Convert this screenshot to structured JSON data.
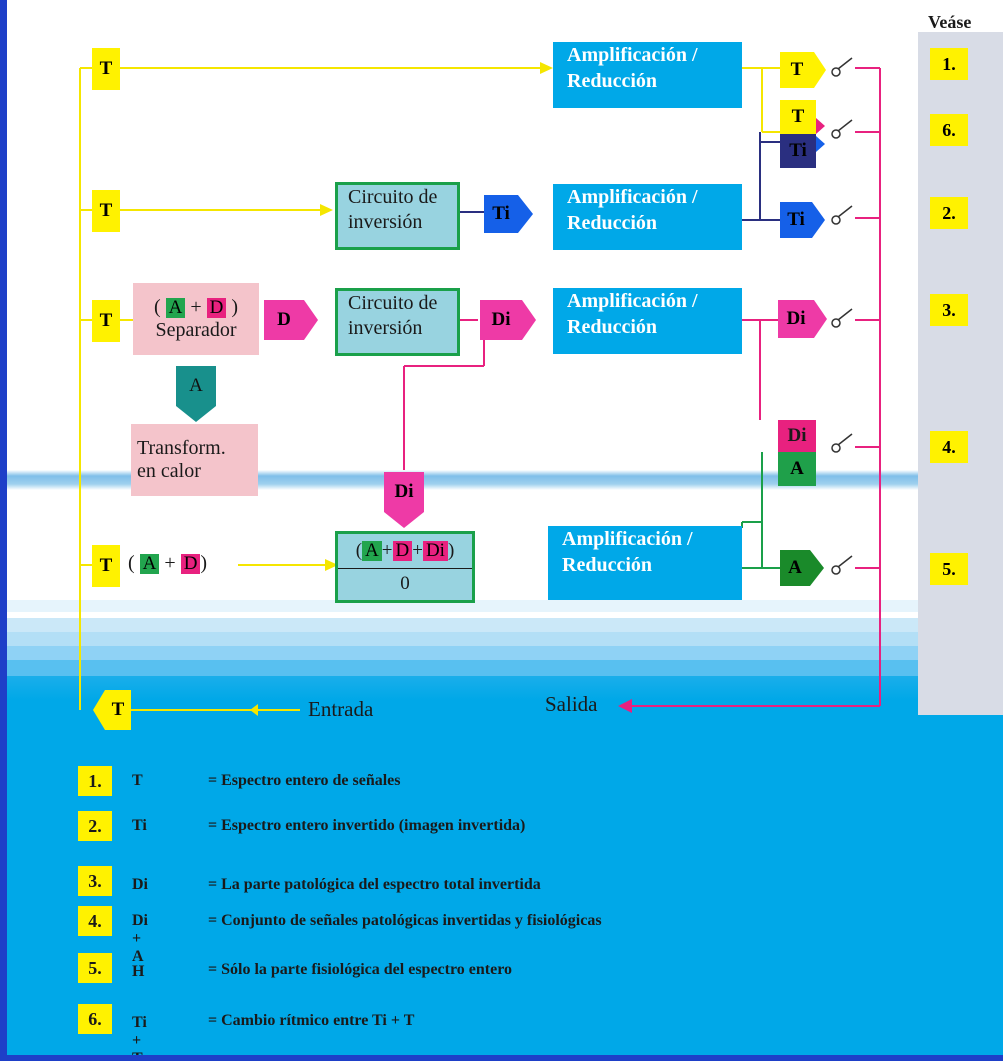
{
  "see_header": "Veáse",
  "see_refs": [
    "1.",
    "6.",
    "2.",
    "3.",
    "4.",
    "5."
  ],
  "signals": {
    "T": "T",
    "Ti": "Ti",
    "D": "D",
    "Di": "Di",
    "A": "A"
  },
  "amp_label_1": "Amplificación /",
  "amp_label_2": "Reducción",
  "circuit_label_1": "Circuito de",
  "circuit_label_2": "inversión",
  "separator_label": "Separador",
  "heat_label_1": "Transform.",
  "heat_label_2": "en calor",
  "paren_open": "(",
  "paren_close": ")",
  "plus": "+",
  "zero": "0",
  "input_label": "Entrada",
  "output_label": "Salida",
  "legend": [
    {
      "num": "1.",
      "sym": "T",
      "desc": "= Espectro entero de señales"
    },
    {
      "num": "2.",
      "sym": "Ti",
      "desc": "= Espectro entero invertido (imagen invertida)"
    },
    {
      "num": "3.",
      "sym": "Di",
      "desc": "= La parte patológica del espectro total invertida"
    },
    {
      "num": "4.",
      "sym": "Di + A",
      "desc": "= Conjunto de señales patológicas invertidas y fisiológicas"
    },
    {
      "num": "5.",
      "sym": "H",
      "desc": "= Sólo la parte fisiológica del espectro entero"
    },
    {
      "num": "6.",
      "sym": "Ti + T",
      "desc": "= Cambio rítmico entre Ti + T"
    }
  ],
  "colors": {
    "yellow": "#fff200",
    "magenta": "#e8217f",
    "navy": "#2a2f80",
    "green": "#1aa04a",
    "cyan": "#00a8e8"
  }
}
